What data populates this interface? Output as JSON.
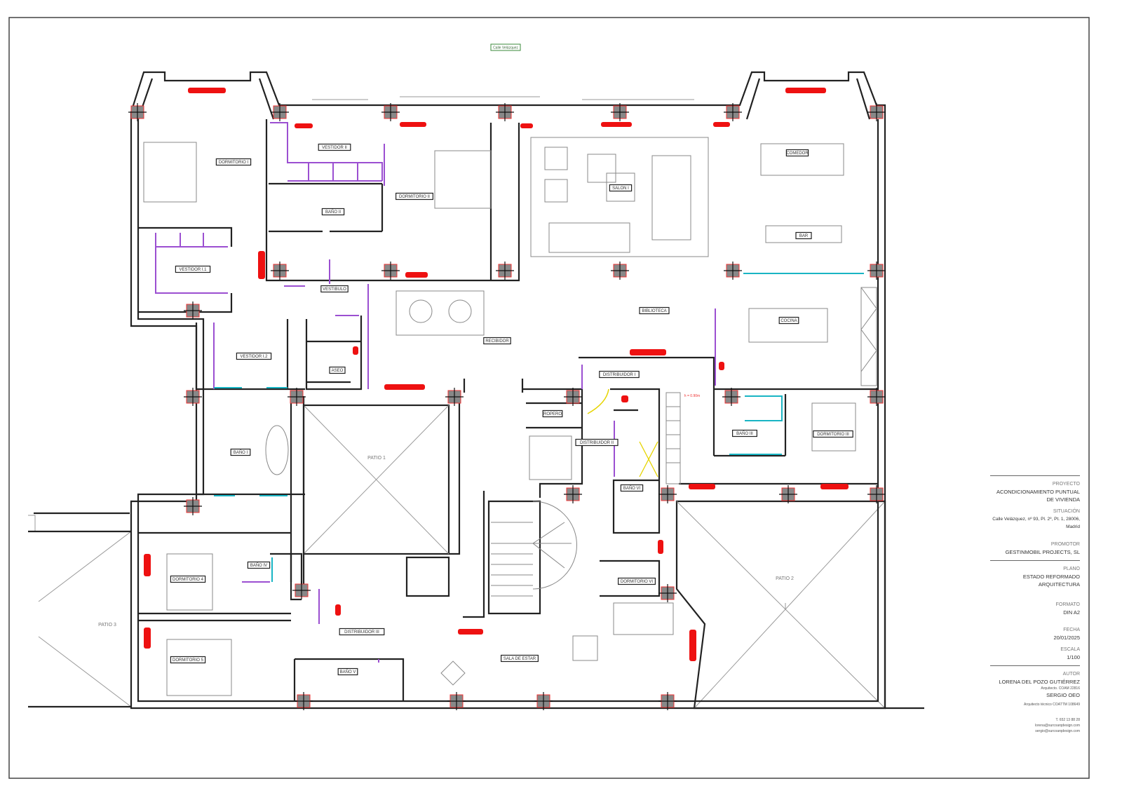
{
  "street_label": "Calle Velázquez",
  "rooms": [
    {
      "id": "dormitorio-1",
      "label": "DORMITORIO I"
    },
    {
      "id": "vestidor-2",
      "label": "VESTIDOR II"
    },
    {
      "id": "bano-2",
      "label": "BAÑO II"
    },
    {
      "id": "dormitorio-2",
      "label": "DORMITORIO II"
    },
    {
      "id": "salon-1",
      "label": "SALON I"
    },
    {
      "id": "comedor",
      "label": "COMEDOR"
    },
    {
      "id": "bar",
      "label": "BAR"
    },
    {
      "id": "vestidor-1-1",
      "label": "VESTIDOR I.1"
    },
    {
      "id": "vestibulo",
      "label": "VESTIBULO"
    },
    {
      "id": "biblioteca",
      "label": "BIBLIOTECA"
    },
    {
      "id": "cocina",
      "label": "COCINA"
    },
    {
      "id": "recibidor",
      "label": "RECIBIDOR"
    },
    {
      "id": "vestidor-1-2",
      "label": "VESTIDOR I.2"
    },
    {
      "id": "aseo",
      "label": "ASEO"
    },
    {
      "id": "distribuidor-1",
      "label": "DISTRIBUIDOR I"
    },
    {
      "id": "ropero",
      "label": "ROPERO"
    },
    {
      "id": "distribuidor-2",
      "label": "DISTRIBUIDOR II"
    },
    {
      "id": "bano-3",
      "label": "BAÑO III"
    },
    {
      "id": "dormitorio-3",
      "label": "DORMITORIO III"
    },
    {
      "id": "bano-1",
      "label": "BAÑO I"
    },
    {
      "id": "bano-6",
      "label": "BAÑO VI"
    },
    {
      "id": "bano-4",
      "label": "BAÑO IV"
    },
    {
      "id": "dormitorio-4",
      "label": "DORMITORIO 4"
    },
    {
      "id": "dormitorio-6",
      "label": "DORMITORIO VI"
    },
    {
      "id": "distribuidor-3",
      "label": "DISTRIBUIDOR III"
    },
    {
      "id": "sala-de-estar",
      "label": "SALA DE ESTAR"
    },
    {
      "id": "dormitorio-5",
      "label": "DORMITORIO 5"
    },
    {
      "id": "bano-5",
      "label": "BAÑO V"
    }
  ],
  "patios": [
    "PATIO 1",
    "PATIO 2",
    "PATIO 3"
  ],
  "height_note": "h = 0.90m",
  "title_block": {
    "proyecto_hd": "PROYECTO",
    "proyecto": "ACONDICIONAMIENTO PUNTUAL DE VIVIENDA",
    "situacion_hd": "SITUACIÓN",
    "situacion": "Calle Velázquez, nº 93, Pl. 2º, Pt. 1, 28006, Madrid",
    "promotor_hd": "PROMOTOR",
    "promotor": "GESTINMOBIL PROJECTS, SL",
    "plano_hd": "PLANO",
    "plano": "ESTADO REFORMADO ARQUITECTURA",
    "formato_hd": "FORMATO",
    "formato": "DIN A2",
    "fecha_hd": "FECHA",
    "fecha": "20/01/2025",
    "escala_hd": "ESCALA",
    "escala": "1/100",
    "autor_hd": "AUTOR",
    "autor1": "LORENA DEL POZO GUTIÉRREZ",
    "autor1_role": "Arquitecto. COAM 22816",
    "autor2": "SERGIO OEO",
    "autor2_role": "Arquitecto técnico COATTM 108649",
    "phone": "T. 652 13 88 28",
    "email1": "lorena@surcoarqdesign.com",
    "email2": "sergio@surcoarqdesign.com"
  },
  "colors": {
    "wall": "#222222",
    "radiator": "#ee1111",
    "partition": "#9b4fd1",
    "glass": "#19b5c4",
    "column": "#888888"
  }
}
